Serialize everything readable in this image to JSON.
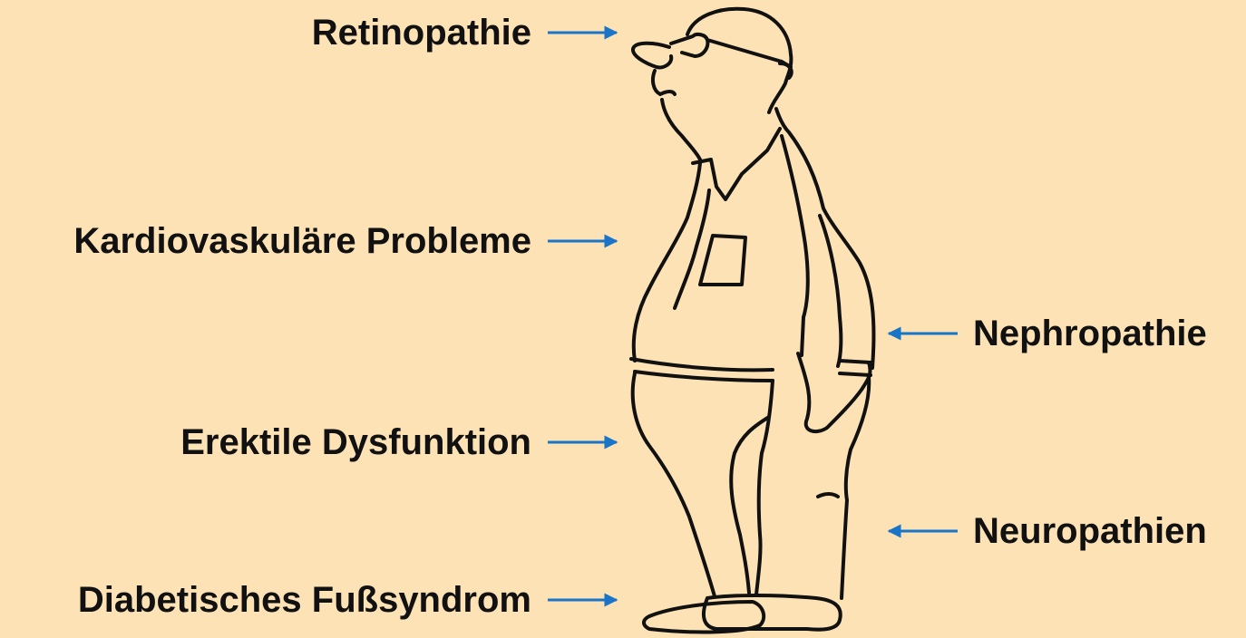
{
  "labels": {
    "retinopathie": "Retinopathie",
    "kardiovaskulaer": "Kardiovaskuläre Probleme",
    "nephropathie": "Nephropathie",
    "erektile": "Erektile Dysfunktion",
    "neuropathien": "Neuropathien",
    "fusssyndrom": "Diabetisches Fußsyndrom"
  },
  "colors": {
    "background": "#fce2b4",
    "arrow": "#1a74c7",
    "text": "#111111",
    "line": "#111111"
  },
  "icons": {
    "figure": "standing-man-illustration",
    "arrow": "arrow-icon"
  }
}
